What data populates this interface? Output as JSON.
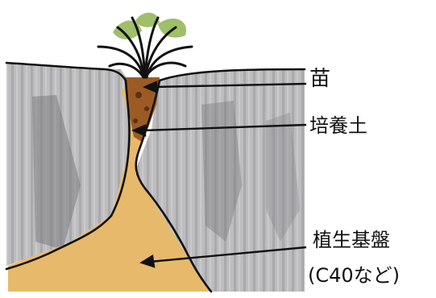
{
  "labels": {
    "seedling": "苗",
    "soil": "培養土",
    "base_line1": "植生基盤",
    "base_line2": "(C40など)"
  },
  "colors": {
    "rock": "#b9b9bb",
    "rock_dark": "#7e7e82",
    "base_fill": "#e6b866",
    "soil_fill": "#9a5a22",
    "leaf_green": "#9fbf6b",
    "ink": "#111111",
    "background": "#ffffff"
  }
}
